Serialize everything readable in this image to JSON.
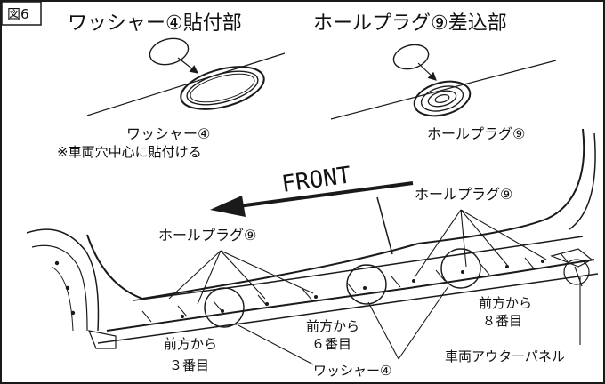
{
  "figure_label": "図6",
  "headings": {
    "washer": "ワッシャー④貼付部",
    "plug": "ホールプラグ⑨差込部"
  },
  "callouts": {
    "washer_inset_name": "ワッシャー④",
    "washer_inset_note": "※車両穴中心に貼付ける",
    "plug_inset": "ホールプラグ⑨",
    "front": "FRONT",
    "plug_right": "ホールプラグ⑨",
    "plug_left": "ホールプラグ⑨",
    "pos8_line1": "前方から",
    "pos8_line2": "８番目",
    "pos6_line1": "前方から",
    "pos6_line2": "６番目",
    "pos3_line1": "前方から",
    "pos3_line2": "３番目",
    "washer_bottom": "ワッシャー④",
    "outer_panel": "車両アウターパネル"
  }
}
